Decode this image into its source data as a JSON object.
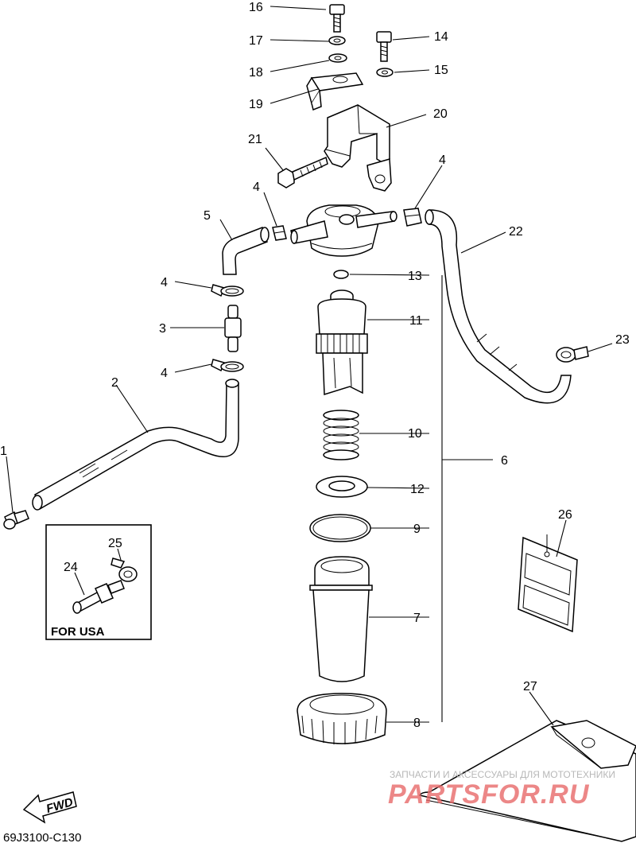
{
  "callouts": [
    {
      "id": "c1",
      "text": "1"
    },
    {
      "id": "c2",
      "text": "2"
    },
    {
      "id": "c3",
      "text": "3"
    },
    {
      "id": "c4a",
      "text": "4"
    },
    {
      "id": "c4b",
      "text": "4"
    },
    {
      "id": "c4c",
      "text": "4"
    },
    {
      "id": "c4d",
      "text": "4"
    },
    {
      "id": "c5",
      "text": "5"
    },
    {
      "id": "c6",
      "text": "6"
    },
    {
      "id": "c7",
      "text": "7"
    },
    {
      "id": "c8",
      "text": "8"
    },
    {
      "id": "c9",
      "text": "9"
    },
    {
      "id": "c10",
      "text": "10"
    },
    {
      "id": "c11",
      "text": "11"
    },
    {
      "id": "c12",
      "text": "12"
    },
    {
      "id": "c13",
      "text": "13"
    },
    {
      "id": "c14",
      "text": "14"
    },
    {
      "id": "c15",
      "text": "15"
    },
    {
      "id": "c16",
      "text": "16"
    },
    {
      "id": "c17",
      "text": "17"
    },
    {
      "id": "c18",
      "text": "18"
    },
    {
      "id": "c19",
      "text": "19"
    },
    {
      "id": "c20",
      "text": "20"
    },
    {
      "id": "c21",
      "text": "21"
    },
    {
      "id": "c22",
      "text": "22"
    },
    {
      "id": "c23",
      "text": "23"
    },
    {
      "id": "c24",
      "text": "24"
    },
    {
      "id": "c25",
      "text": "25"
    },
    {
      "id": "c26",
      "text": "26"
    },
    {
      "id": "c27",
      "text": "27"
    }
  ],
  "inset": {
    "title": "FOR USA"
  },
  "fwd_label": "FWD",
  "diagram_code": "69J3100-C130",
  "watermark": {
    "line1": "ЗАПЧАСТИ И АКСЕССУАРЫ ДЛЯ МОТОТЕХНИКИ",
    "line2": "PARTSFOR.RU"
  },
  "colors": {
    "ink": "#000000",
    "watermark_text": "#b8b8b8",
    "watermark_logo": "#e86a6a"
  }
}
